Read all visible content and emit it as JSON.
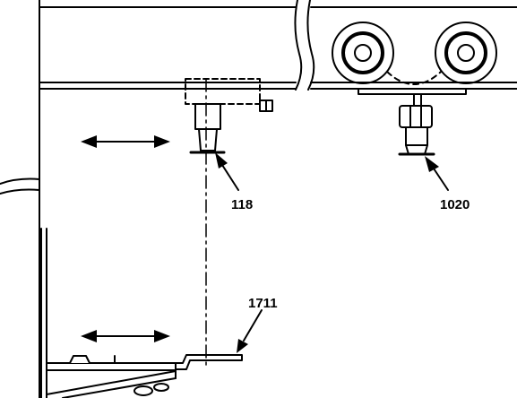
{
  "callouts": {
    "label_118": "118",
    "label_1020": "1020",
    "label_1711": "1711"
  },
  "colors": {
    "ink": "#000000",
    "paper": "#ffffff"
  }
}
